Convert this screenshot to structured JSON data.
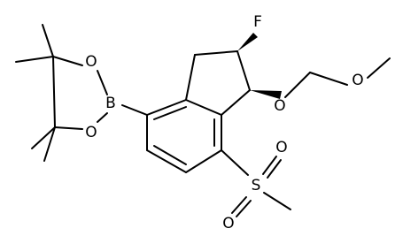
{
  "molecule": {
    "atoms": {
      "F": "F",
      "O_ether": "O",
      "O_methoxy": "O",
      "S": "S",
      "O_sulfonyl_top": "O",
      "O_sulfonyl_bottom": "O",
      "B": "B",
      "O_ring_top": "O",
      "O_ring_bottom": "O"
    },
    "colors": {
      "bond": "#000000",
      "text": "#000000",
      "background": "#ffffff"
    }
  }
}
